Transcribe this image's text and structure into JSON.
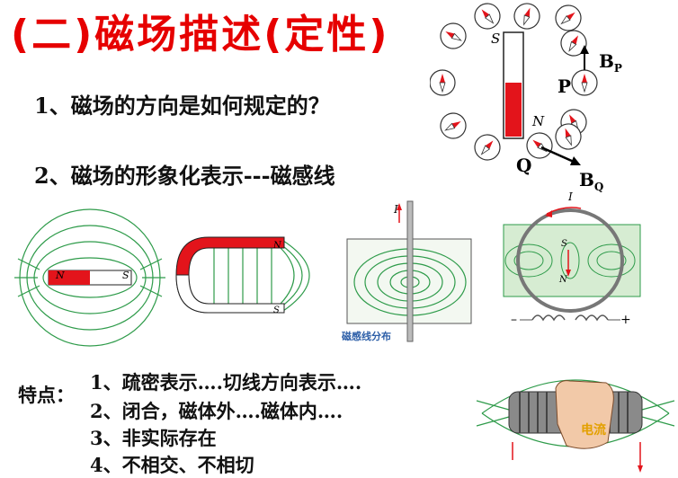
{
  "title": "(二)磁场描述(定性)",
  "questions": [
    "1、磁场的方向是如何规定的？",
    "2、磁场的形象化表示---磁感线"
  ],
  "magnet_diagram": {
    "label_s": "S",
    "label_n": "N",
    "label_p": "P",
    "label_q": "Q",
    "label_bp": "B",
    "label_bp_sub": "P",
    "label_bq": "B",
    "label_bq_sub": "Q"
  },
  "figures": {
    "bar_magnet": {
      "label_n": "N",
      "label_s": "S"
    },
    "u_magnet": {
      "label_n": "N",
      "label_s": "S"
    },
    "straight_wire": {
      "label_i": "I",
      "caption": "磁感线分布"
    },
    "ring_current": {
      "label_i": "I",
      "label_s": "S",
      "label_n": "N",
      "minus": "–",
      "plus": "+"
    },
    "solenoid": {
      "hand_label": "电流"
    }
  },
  "features": {
    "heading": "特点：",
    "items": [
      "1、疏密表示….切线方向表示….",
      "2、闭合，磁体外….磁体内….",
      "3、非实际存在",
      "4、不相交、不相切"
    ]
  },
  "colors": {
    "title": "#e60000",
    "field_lines": "#2e9b4a",
    "magnet_red": "#e3141b",
    "paper_green": "#d6ecd2",
    "caption_blue": "#2d5fa8"
  }
}
